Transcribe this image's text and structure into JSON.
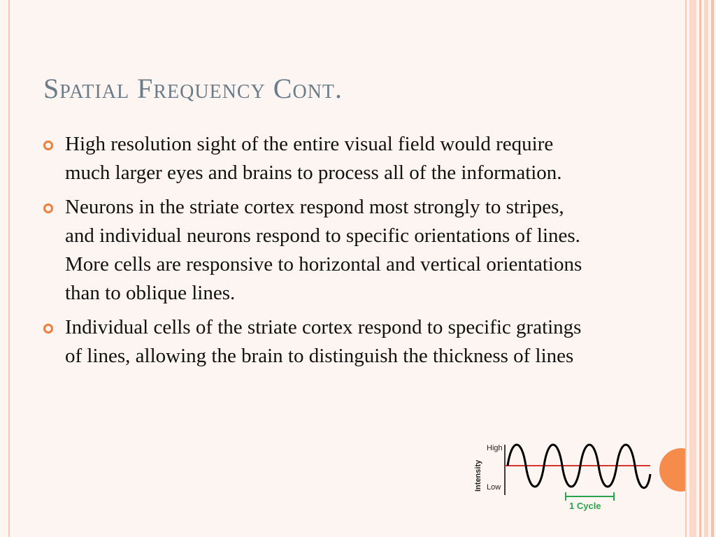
{
  "slide": {
    "title": "Spatial Frequency Cont.",
    "bullets": [
      "High resolution sight of the entire visual field would require much larger eyes and brains to process all of the information.",
      "Neurons in the striate cortex respond most strongly to stripes, and individual neurons respond to specific orientations of lines. More cells are responsive to horizontal and vertical orientations than to oblique lines.",
      "Individual cells of the striate cortex respond to specific gratings of lines, allowing the brain to distinguish the thickness of lines"
    ]
  },
  "figure": {
    "y_axis_label": "Intensity",
    "high_label": "High",
    "low_label": "Low",
    "cycle_label": "1 Cycle"
  },
  "colors": {
    "title": "#6a7b89",
    "accent": "#f07e3a",
    "wave": "#000000",
    "midline": "#d9342b",
    "cycle_marker": "#2aa44a"
  }
}
